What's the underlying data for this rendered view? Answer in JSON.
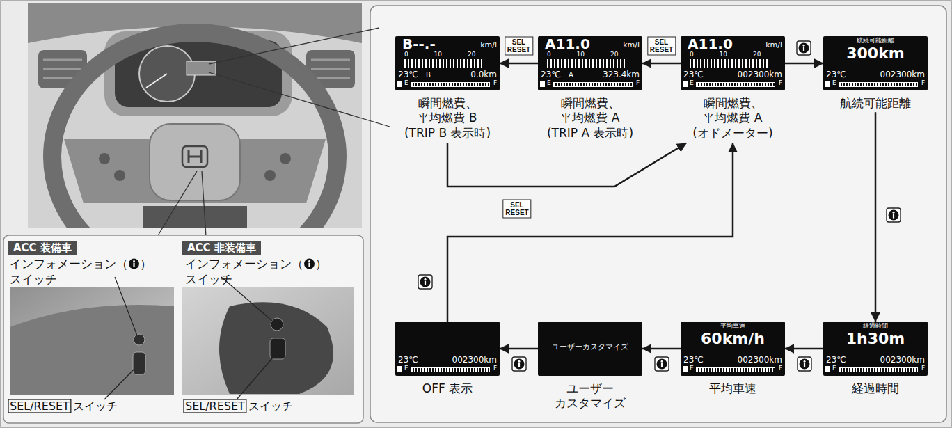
{
  "diagram": {
    "nodes": [
      {
        "text": [
          "B--.-",
          "km/l",
          "0 10 20",
          "23℃",
          "B",
          "0.0km",
          "E",
          "F",
          "瞬間燃費、 平均燃費 B (TRIP B 表示時)"
        ]
      },
      {
        "text": [
          "A11.0",
          "km/l",
          "0 10 20",
          "23℃",
          "A",
          "323.4km",
          "E",
          "F",
          "瞬間燃費、 平均燃費 A (TRIP A 表示時)"
        ]
      },
      {
        "text": [
          "A11.0",
          "km/l",
          "0 10 20",
          "23℃",
          "002300km",
          "E",
          "F",
          "瞬間燃費、 平均燃費 A (オドメーター)"
        ]
      },
      {
        "text": [
          "航続可能距離",
          "300km",
          "23℃",
          "002300km",
          "E",
          "F",
          "航続可能距離"
        ]
      },
      {
        "text": [
          "23℃",
          "002300km",
          "E",
          "F",
          "OFF 表示"
        ]
      },
      {
        "text": [
          "ユーザーカスタマイズ",
          "ユーザー カスタマイズ"
        ]
      },
      {
        "text": [
          "平均車速",
          "60km/h",
          "23℃",
          "002300km",
          "E",
          "F",
          "平均車速"
        ]
      },
      {
        "text": [
          "経過時間",
          "1h30m",
          "23℃",
          "002300km",
          "E",
          "F",
          "経過時間"
        ]
      }
    ],
    "edges": [
      {
        "from": 2,
        "to": 1,
        "arrow": "to",
        "label": "SEL RESET"
      },
      {
        "from": 1,
        "to": 0,
        "arrow": "to",
        "label": "SEL RESET"
      },
      {
        "from": 0,
        "to": 2,
        "arrow": "to",
        "label": "SEL RESET"
      },
      {
        "from": 2,
        "to": 3,
        "arrow": "to"
      },
      {
        "from": 3,
        "to": 7,
        "arrow": "to"
      },
      {
        "from": 7,
        "to": 6,
        "arrow": "to"
      },
      {
        "from": 6,
        "to": 5,
        "arrow": "to"
      },
      {
        "from": 5,
        "to": 4,
        "arrow": "to"
      },
      {
        "from": 4,
        "to": 2,
        "arrow": "to"
      }
    ],
    "labels": [
      "ACC 装備車",
      "ACC 非装備車",
      "インフォメーション（　）スイッチ",
      "インフォメーション（　）スイッチ",
      "SEL/RESET スイッチ",
      "SEL/RESET スイッチ"
    ]
  }
}
